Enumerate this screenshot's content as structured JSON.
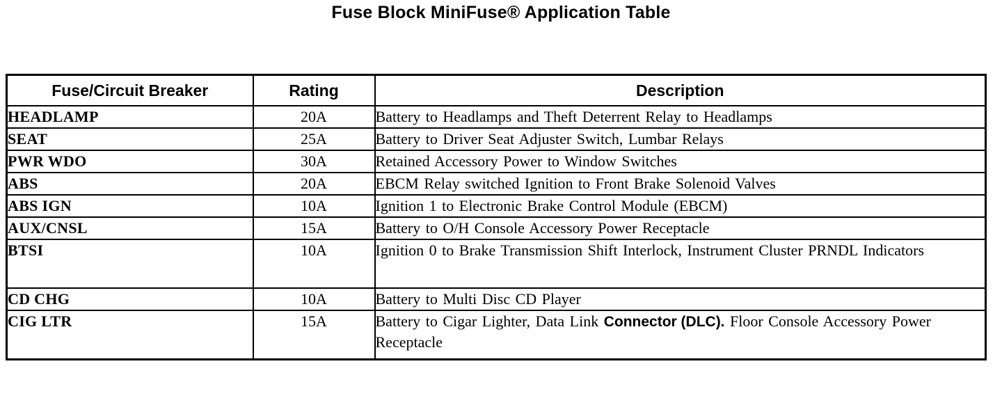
{
  "document": {
    "title": "Fuse Block MiniFuse® Application Table"
  },
  "table": {
    "columns": [
      {
        "key": "name",
        "label": "Fuse/Circuit Breaker"
      },
      {
        "key": "rating",
        "label": "Rating"
      },
      {
        "key": "desc",
        "label": "Description"
      }
    ],
    "rows": [
      {
        "name": "HEADLAMP",
        "rating": "20A",
        "desc": "Battery to Headlamps and Theft Deterrent Relay to Headlamps"
      },
      {
        "name": "SEAT",
        "rating": "25A",
        "desc": "Battery to Driver Seat Adjuster Switch, Lumbar Relays"
      },
      {
        "name": "PWR WDO",
        "rating": "30A",
        "desc": "Retained Accessory Power to Window Switches"
      },
      {
        "name": "ABS",
        "rating": "20A",
        "desc": "EBCM Relay switched Ignition to Front Brake Solenoid Valves"
      },
      {
        "name": "ABS IGN",
        "rating": "10A",
        "desc": "Ignition 1 to Electronic Brake Control Module (EBCM)"
      },
      {
        "name": "AUX/CNSL",
        "rating": "15A",
        "desc": "Battery to O/H Console Accessory Power Receptacle"
      },
      {
        "name": "BTSI",
        "rating": "10A",
        "desc": "Ignition 0 to Brake Transmission Shift Interlock, Instrument Cluster PRNDL Indicators",
        "tall": true
      },
      {
        "name": "CD CHG",
        "rating": "10A",
        "desc": "Battery to Multi Disc CD Player"
      },
      {
        "name": "CIG LTR",
        "rating": "15A",
        "desc_parts": [
          {
            "text": "Battery to Cigar Lighter, Data Link ",
            "bold": false
          },
          {
            "text": "Connector (DLC).",
            "bold": true
          },
          {
            "text": " Floor Console Accessory Power Receptacle",
            "bold": false
          }
        ],
        "desc": "Battery to Cigar Lighter, Data Link Connector (DLC). Floor Console Accessory Power Receptacle",
        "tall": true
      }
    ]
  }
}
